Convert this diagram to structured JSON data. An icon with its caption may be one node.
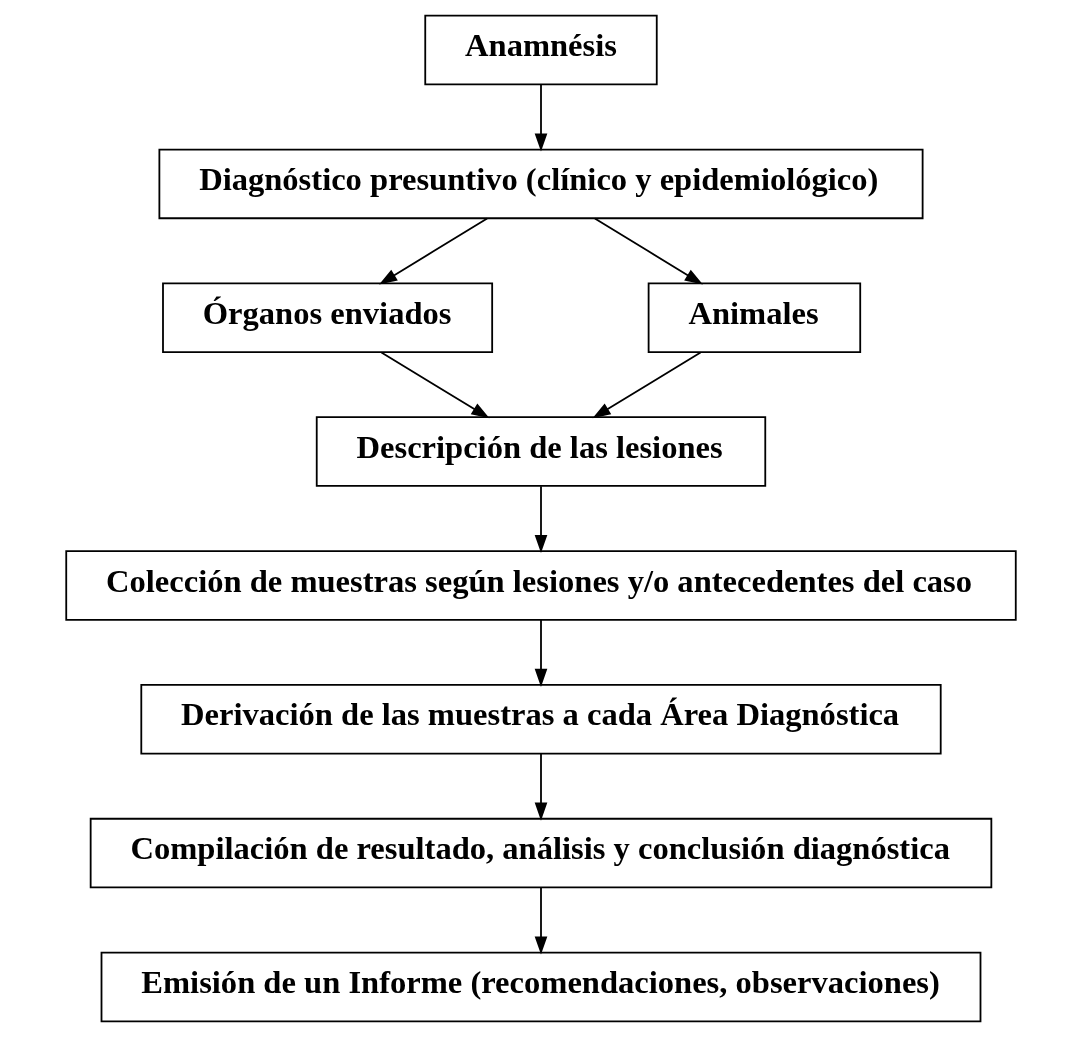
{
  "diagram": {
    "nodes": [
      {
        "text": [
          "Anamnésis"
        ]
      },
      {
        "text": [
          "Diagnóstico presuntivo (clínico y epidemiológico)"
        ]
      },
      {
        "text": [
          "Órganos enviados"
        ]
      },
      {
        "text": [
          "Animales"
        ]
      },
      {
        "text": [
          "Descripción de las lesiones"
        ]
      },
      {
        "text": [
          "Colección de muestras según lesiones y/o antecedentes del caso"
        ]
      },
      {
        "text": [
          "Derivación de las muestras a cada Área Diagnóstica"
        ]
      },
      {
        "text": [
          "Compilación de resultado, análisis y conclusión diagnóstica"
        ]
      },
      {
        "text": [
          "Emisión de un Informe (recomendaciones, observaciones)"
        ]
      }
    ],
    "edges": [
      {
        "from": 0,
        "to": 1,
        "arrow": "to"
      },
      {
        "from": 1,
        "to": 2,
        "arrow": "to"
      },
      {
        "from": 1,
        "to": 3,
        "arrow": "to"
      },
      {
        "from": 2,
        "to": 4,
        "arrow": "to"
      },
      {
        "from": 3,
        "to": 4,
        "arrow": "to"
      },
      {
        "from": 4,
        "to": 5,
        "arrow": "to"
      },
      {
        "from": 5,
        "to": 6,
        "arrow": "to"
      },
      {
        "from": 6,
        "to": 7,
        "arrow": "to"
      },
      {
        "from": 7,
        "to": 8,
        "arrow": "to"
      }
    ]
  }
}
